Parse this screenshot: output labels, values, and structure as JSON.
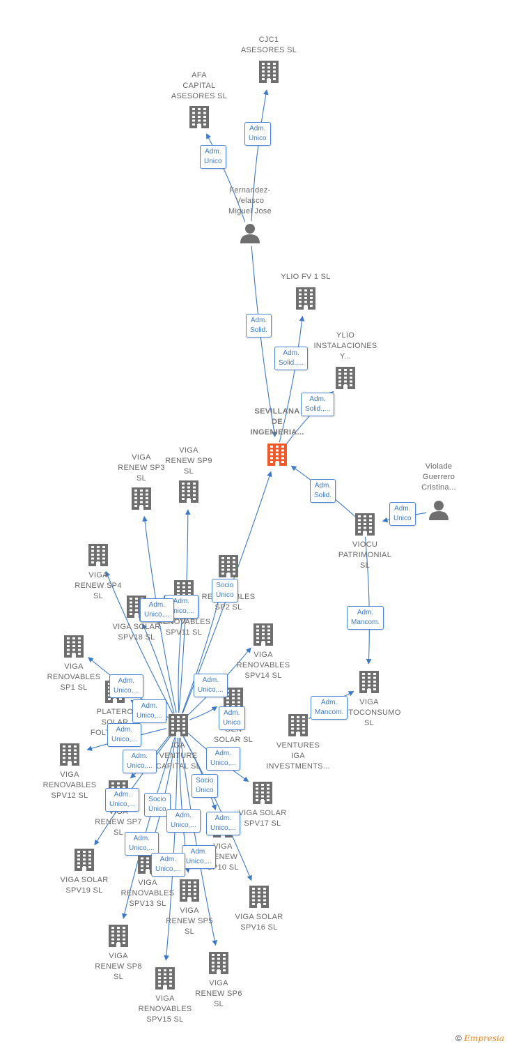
{
  "colors": {
    "node": "#6f6f6f",
    "main_node": "#f05a2a",
    "edge": "#3b78c6"
  },
  "nodes": [
    {
      "id": "cjc1",
      "label": "CJC1\nASESORES  SL",
      "icon": "building-icon"
    },
    {
      "id": "afa",
      "label": "AFA\nCAPITAL\nASESORES  SL",
      "icon": "building-icon"
    },
    {
      "id": "fernandez",
      "label": "Fernandez-\nVelasco\nMiguel Jose",
      "icon": "person-icon"
    },
    {
      "id": "ylio_fv1",
      "label": "YLIO FV 1  SL",
      "icon": "building-icon"
    },
    {
      "id": "ylio_inst",
      "label": "YLIO\nINSTALACIONES\nY...",
      "icon": "building-icon"
    },
    {
      "id": "sevillana",
      "label": "SEVILLANA\nDE\nINGENIERIA...",
      "icon": "building-icon",
      "main": true
    },
    {
      "id": "violade",
      "label": "Violade\nGuerrero\nCristina...",
      "icon": "person-icon"
    },
    {
      "id": "viocu",
      "label": "VIOCU\nPATRIMONIAL\nSL",
      "icon": "building-icon"
    },
    {
      "id": "viga_autoconsumo",
      "label": "VIGA\nAUTOCONSUMO\nSL",
      "icon": "building-icon"
    },
    {
      "id": "ventures",
      "label": "VENTURES\nIGA\nINVESTMENTS...",
      "icon": "building-icon"
    },
    {
      "id": "viga_sp3",
      "label": "VIGA\nRENEW SP3\nSL",
      "icon": "building-icon"
    },
    {
      "id": "viga_sp9",
      "label": "VIGA\nRENEW SP9\nSL",
      "icon": "building-icon"
    },
    {
      "id": "viga_sp4",
      "label": "VIGA\nRENEW SP4\nSL",
      "icon": "building-icon"
    },
    {
      "id": "viga_ren_sp2",
      "label": "VIGA\nRENOVABLES\nSP2  SL",
      "icon": "building-icon"
    },
    {
      "id": "viga_spv11",
      "label": "VIGA\nRENOVABLES\nSPV11  SL",
      "icon": "building-icon"
    },
    {
      "id": "viga_spv18",
      "label": "VIGA SOLAR\nSPV18  SL",
      "icon": "building-icon"
    },
    {
      "id": "viga_ren_sp1",
      "label": "VIGA\nRENOVABLES\nSP1  SL",
      "icon": "building-icon"
    },
    {
      "id": "viga_spv14",
      "label": "VIGA\nRENOVABLES\nSPV14  SL",
      "icon": "building-icon"
    },
    {
      "id": "platero",
      "label": "PLATERO\nSOLAR\nFOLTOVOL...",
      "icon": "building-icon"
    },
    {
      "id": "viga_gen",
      "label": "VIGA\nGEN\nSOLAR  SL",
      "icon": "building-icon"
    },
    {
      "id": "iga_venture",
      "label": "IGA\nVENTURE\nCAPITAL  SL",
      "icon": "building-icon"
    },
    {
      "id": "viga_spv12",
      "label": "VIGA\nRENOVABLES\nSPV12  SL",
      "icon": "building-icon"
    },
    {
      "id": "viga_sp7",
      "label": "VIGA\nRENEW SP7\nSL",
      "icon": "building-icon"
    },
    {
      "id": "viga_spv17",
      "label": "VIGA SOLAR\nSPV17  SL",
      "icon": "building-icon"
    },
    {
      "id": "viga_sp10",
      "label": "VIGA\nRENEW\nSP10  SL",
      "icon": "building-icon"
    },
    {
      "id": "viga_spv19",
      "label": "VIGA SOLAR\nSPV19  SL",
      "icon": "building-icon"
    },
    {
      "id": "viga_spv13",
      "label": "VIGA\nRENOVABLES\nSPV13  SL",
      "icon": "building-icon"
    },
    {
      "id": "viga_sp5",
      "label": "VIGA\nRENEW SP5\nSL",
      "icon": "building-icon"
    },
    {
      "id": "viga_spv16",
      "label": "VIGA SOLAR\nSPV16  SL",
      "icon": "building-icon"
    },
    {
      "id": "viga_sp8",
      "label": "VIGA\nRENEW SP8\nSL",
      "icon": "building-icon"
    },
    {
      "id": "viga_spv15",
      "label": "VIGA\nRENOVABLES\nSPV15  SL",
      "icon": "building-icon"
    },
    {
      "id": "viga_sp6",
      "label": "VIGA\nRENEW SP6\nSL",
      "icon": "building-icon"
    }
  ],
  "edges": [
    {
      "from": "fernandez",
      "to": "cjc1",
      "label": "Adm.\nUnico"
    },
    {
      "from": "fernandez",
      "to": "afa",
      "label": "Adm.\nUnico"
    },
    {
      "from": "fernandez",
      "to": "sevillana",
      "label": "Adm.\nSolid."
    },
    {
      "from": "sevillana",
      "to": "ylio_fv1",
      "label": "Adm.\nSolid.,..."
    },
    {
      "from": "sevillana",
      "to": "ylio_inst",
      "label": "Adm.\nSolid.,..."
    },
    {
      "from": "viocu",
      "to": "sevillana",
      "label": "Adm.\nSolid."
    },
    {
      "from": "violade",
      "to": "viocu",
      "label": "Adm.\nUnico"
    },
    {
      "from": "viocu",
      "to": "viga_autoconsumo",
      "label": "Adm.\nMancom."
    },
    {
      "from": "ventures",
      "to": "viga_autoconsumo",
      "label": "Adm.\nMancom."
    },
    {
      "from": "iga_venture",
      "to": "sevillana",
      "label": "Socio\nÚnico"
    },
    {
      "from": "iga_venture",
      "to": "viga_sp3",
      "label": "Adm.\nUnico,..."
    },
    {
      "from": "iga_venture",
      "to": "viga_sp9",
      "label": "Adm.\nUnico,..."
    },
    {
      "from": "iga_venture",
      "to": "viga_sp4",
      "label": "Adm.\nUnico,..."
    },
    {
      "from": "iga_venture",
      "to": "viga_ren_sp2",
      "label": "Adm.\nUnico,..."
    },
    {
      "from": "iga_venture",
      "to": "viga_spv11",
      "label": "Adm.\nUnico,..."
    },
    {
      "from": "iga_venture",
      "to": "viga_spv18",
      "label": "Adm.\nUnico,..."
    },
    {
      "from": "iga_venture",
      "to": "viga_ren_sp1",
      "label": "Adm.\nUnico,..."
    },
    {
      "from": "iga_venture",
      "to": "viga_spv14",
      "label": "Adm.\nUnico,..."
    },
    {
      "from": "iga_venture",
      "to": "platero",
      "label": "Adm.\nUnico,..."
    },
    {
      "from": "iga_venture",
      "to": "viga_gen",
      "label": "Adm.\nUnico"
    },
    {
      "from": "iga_venture",
      "to": "viga_spv12",
      "label": "Adm.\nUnico,..."
    },
    {
      "from": "iga_venture",
      "to": "viga_sp7",
      "label": "Adm.\nUnico,..."
    },
    {
      "from": "iga_venture",
      "to": "viga_spv17",
      "label": "Adm.\nUnico,..."
    },
    {
      "from": "iga_venture",
      "to": "viga_sp10",
      "label": "Socio\nÚnico"
    },
    {
      "from": "iga_venture",
      "to": "viga_spv19",
      "label": "Adm.\nUnico,..."
    },
    {
      "from": "iga_venture",
      "to": "viga_spv13",
      "label": "Socio\nÚnico"
    },
    {
      "from": "iga_venture",
      "to": "viga_sp5",
      "label": "Adm.\nUnico,..."
    },
    {
      "from": "iga_venture",
      "to": "viga_spv16",
      "label": "Adm.\nUnico,..."
    },
    {
      "from": "iga_venture",
      "to": "viga_sp8",
      "label": "Adm.\nUnico,..."
    },
    {
      "from": "iga_venture",
      "to": "viga_spv15",
      "label": "Adm.\nUnico,..."
    },
    {
      "from": "iga_venture",
      "to": "viga_sp6",
      "label": "Adm.\nUnico,..."
    }
  ],
  "footer": {
    "copyright": "©",
    "brand": "Empresia"
  }
}
